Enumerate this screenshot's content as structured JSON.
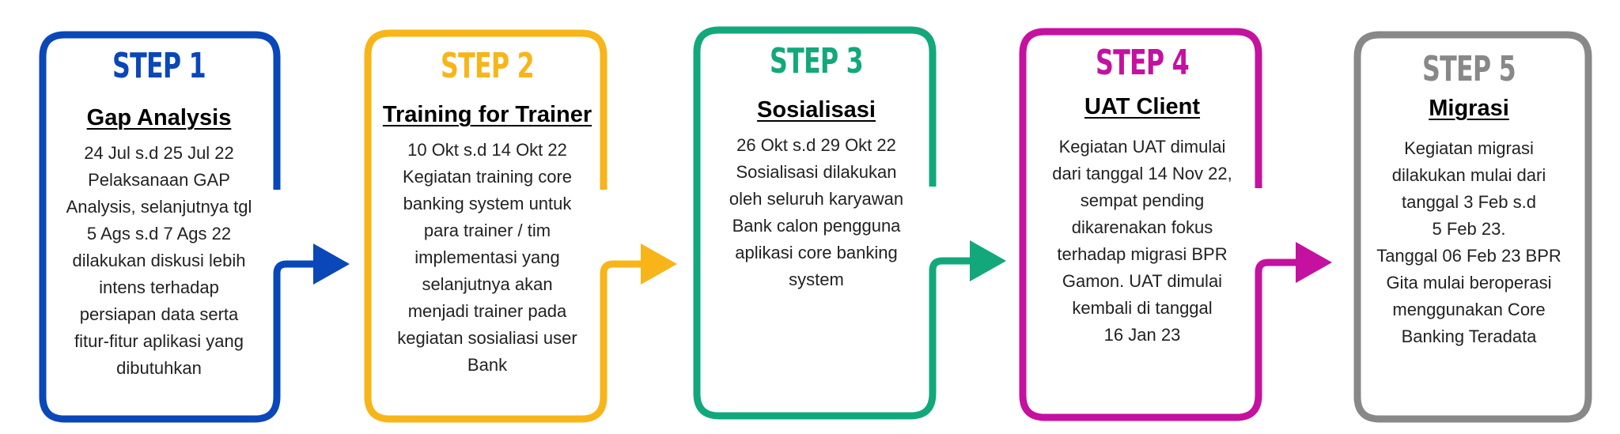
{
  "steps": [
    {
      "title": "STEP 1",
      "heading": "Gap Analysis",
      "color": "#0a47b8",
      "lines": [
        "24 Jul s.d 25 Jul 22",
        "Pelaksanaan GAP",
        "Analysis, selanjutnya tgl",
        "5 Ags s.d 7 Ags 22",
        "dilakukan diskusi lebih",
        "intens terhadap",
        "persiapan data serta",
        "fitur-fitur aplikasi yang",
        "dibutuhkan"
      ]
    },
    {
      "title": "STEP 2",
      "heading": "Training for Trainer",
      "color": "#f7b519",
      "lines": [
        "10 Okt s.d 14 Okt 22",
        "Kegiatan training core",
        "banking system untuk",
        "para trainer / tim",
        "implementasi yang",
        "selanjutnya akan",
        "menjadi trainer pada",
        "kegiatan sosialiasi user",
        "Bank"
      ]
    },
    {
      "title": "STEP 3",
      "heading": "Sosialisasi",
      "color": "#12a87c",
      "lines": [
        "26 Okt s.d 29 Okt 22",
        "Sosialisasi dilakukan",
        "oleh seluruh karyawan",
        "Bank calon pengguna",
        "aplikasi core banking",
        "system"
      ]
    },
    {
      "title": "STEP 4",
      "heading": "UAT Client",
      "color": "#c5119f",
      "lines": [
        "Kegiatan UAT dimulai",
        "dari tanggal 14 Nov 22,",
        "sempat pending",
        "dikarenakan fokus",
        "terhadap migrasi BPR",
        "Gamon. UAT dimulai",
        "kembali di tanggal",
        "16 Jan 23"
      ]
    },
    {
      "title": "STEP 5",
      "heading": "Migrasi",
      "color": "#888888",
      "lines": [
        "Kegiatan migrasi",
        "dilakukan mulai dari",
        "tanggal 3 Feb s.d",
        "5 Feb 23.",
        "Tanggal 06 Feb 23 BPR",
        "Gita mulai beroperasi",
        "menggunakan Core",
        "Banking Teradata"
      ]
    }
  ]
}
